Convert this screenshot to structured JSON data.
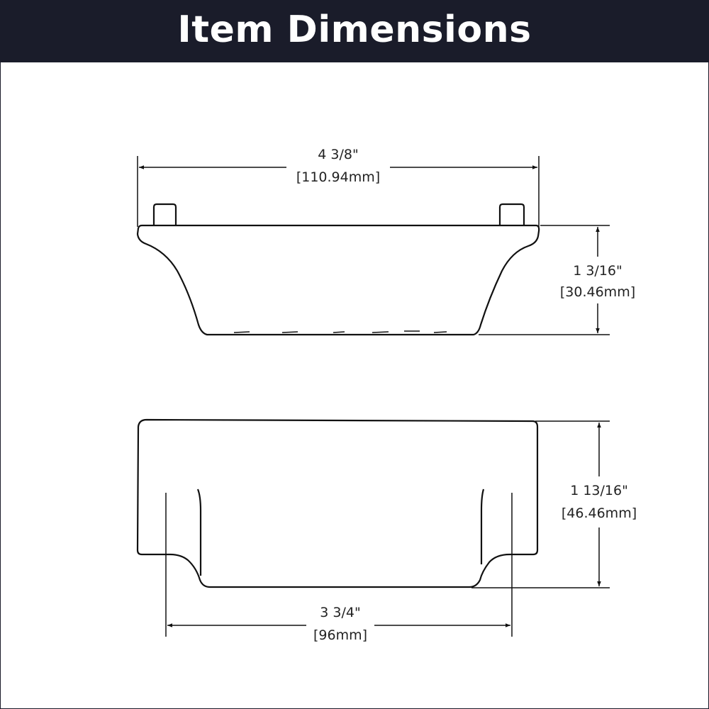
{
  "header": {
    "title": "Item Dimensions",
    "background_color": "#1a1c2a",
    "text_color": "#ffffff"
  },
  "dimensions": {
    "overall_length": {
      "imperial": "4 3/8\"",
      "metric": "[110.94mm]"
    },
    "projection": {
      "imperial": "1 3/16\"",
      "metric": "[30.46mm]"
    },
    "height": {
      "imperial": "1 13/16\"",
      "metric": "[46.46mm]"
    },
    "center_to_center": {
      "imperial": "3 3/4\"",
      "metric": "[96mm]"
    }
  },
  "views": {
    "top_view": "top-view",
    "front_view": "front-view"
  },
  "line_color": "#111111"
}
